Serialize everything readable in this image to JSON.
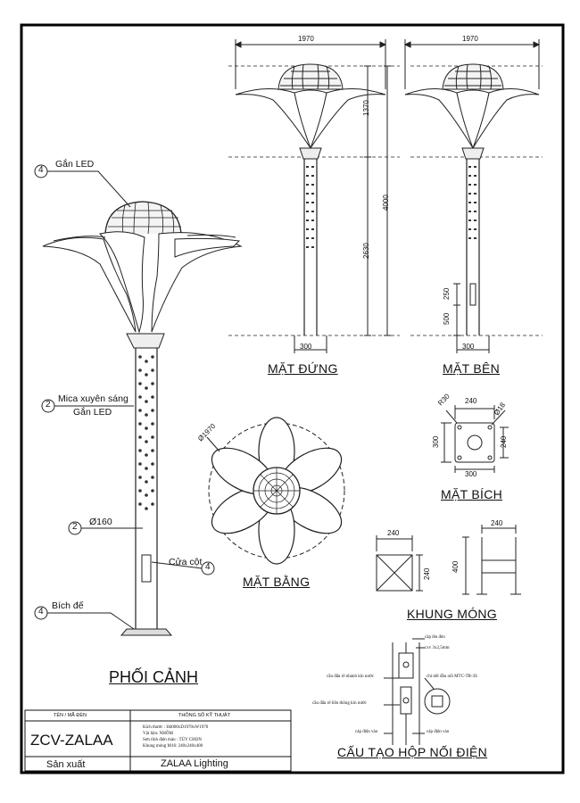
{
  "views": {
    "perspective": "PHỐI CẢNH",
    "front": "MẶT ĐỨNG",
    "side": "MẶT BÊN",
    "plan": "MẶT BẰNG",
    "flange": "MẶT BÍCH",
    "foundation": "KHUNG MÓNG",
    "junction": "CẤU TẠO HỘP NỐI ĐIỆN"
  },
  "callouts": {
    "led_top": {
      "num": "4",
      "text": "Gắn LED"
    },
    "mica": {
      "num": "2",
      "line1": "Mica xuyên sáng",
      "line2": "Gắn LED"
    },
    "diameter": {
      "num": "2",
      "text": "Ø160"
    },
    "door": {
      "num": "4",
      "text": "Cửa cột"
    },
    "base": {
      "num": "4",
      "text": "Bích đế"
    }
  },
  "dims": {
    "front_width": "1970",
    "side_width": "1970",
    "head_height": "1370",
    "total_height": "4000",
    "shaft_height": "2630",
    "door_height": "250",
    "door_offset": "500",
    "front_base": "300",
    "side_base": "300",
    "plan_diameter": "Ø1970",
    "flange_top": "240",
    "flange_radius": "R30",
    "flange_hole": "Ø18",
    "flange_left": "300",
    "flange_right": "240",
    "flange_bottom": "300",
    "found_top": "240",
    "found_side": "240",
    "found2_top": "240",
    "found2_height": "400"
  },
  "junction_notes": {
    "cable_up": "cáp lên đèn",
    "cxv": "cxv 3x2,5mm",
    "branch": "cầu đấu rẽ nhánh kín nước",
    "detail": "chi tiết đầu nối MTC-TR-3S",
    "joint": "cầu đấu rẽ liền thông kín nước",
    "cable_in_left": "cáp điện vào",
    "cable_in_right": "cáp điện vào"
  },
  "title_block": {
    "name_header": "TÊN / MÃ ĐÈN",
    "spec_header": "THÔNG SỐ KỸ THUẬT",
    "code": "ZCV-ZALAA",
    "specs": [
      "Kích thước : H4000xD1970xW1970",
      "Vật liệu: NHÔM",
      "Sơn tĩnh điện màu : TÙY CHỌN",
      "Khung móng M16: 240x240x400"
    ],
    "maker_label": "Sản xuất",
    "maker": "ZALAA Lighting"
  }
}
